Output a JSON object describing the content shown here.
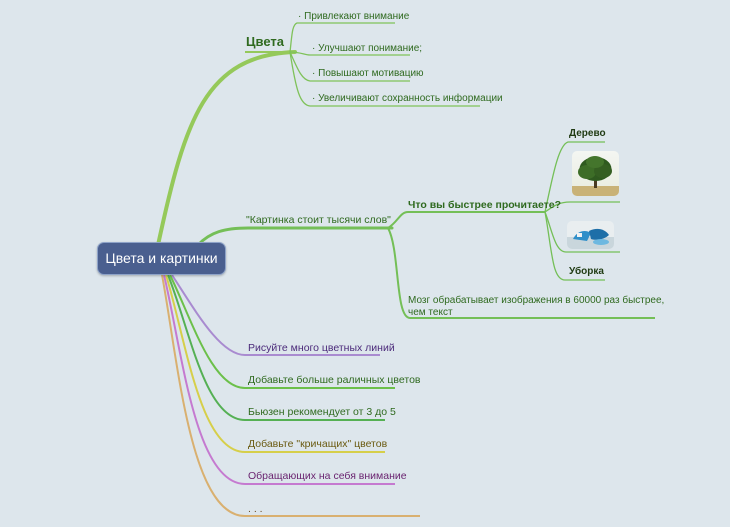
{
  "root": {
    "label": "Цвета и картинки"
  },
  "colors_branch": {
    "title": "Цвета",
    "items": [
      "Привлекают внимание",
      "Улучшают понимание;",
      "Повышают мотивацию",
      "Увеличивают сохранность информации"
    ]
  },
  "picture_branch": {
    "title": "\"Картинка стоит тысячи слов\"",
    "question": "Что вы быстрее прочитаете?",
    "option_tree": "Дерево",
    "option_cleaning": "Уборка",
    "brain_fact": [
      "Мозг обрабатывает изображения в 60000 раз быстрее,",
      "чем текст"
    ]
  },
  "bottom_items": [
    {
      "text": "Рисуйте много цветных линий",
      "color": "#4b2a7a",
      "line": "#a98bd0"
    },
    {
      "text": "Добавьте больше раличных цветов",
      "color": "#2f6a1f",
      "line": "#6cc04a"
    },
    {
      "text": "Бьюзен рекомендует от 3 до 5",
      "color": "#2f6a1f",
      "line": "#55b054"
    },
    {
      "text": "Добавьте \"кричащих\" цветов",
      "color": "#6a5a10",
      "line": "#d6cf4a"
    },
    {
      "text": "Обращающих на себя внимание",
      "color": "#6a2470",
      "line": "#c57ad0"
    },
    {
      "text": ". . .",
      "color": "#6a4a20",
      "line": "#d9b070"
    }
  ],
  "colors": {
    "root_bg": "#4a5f8f",
    "green_branch": "#8fcb4f",
    "background": "#dde6ec"
  }
}
